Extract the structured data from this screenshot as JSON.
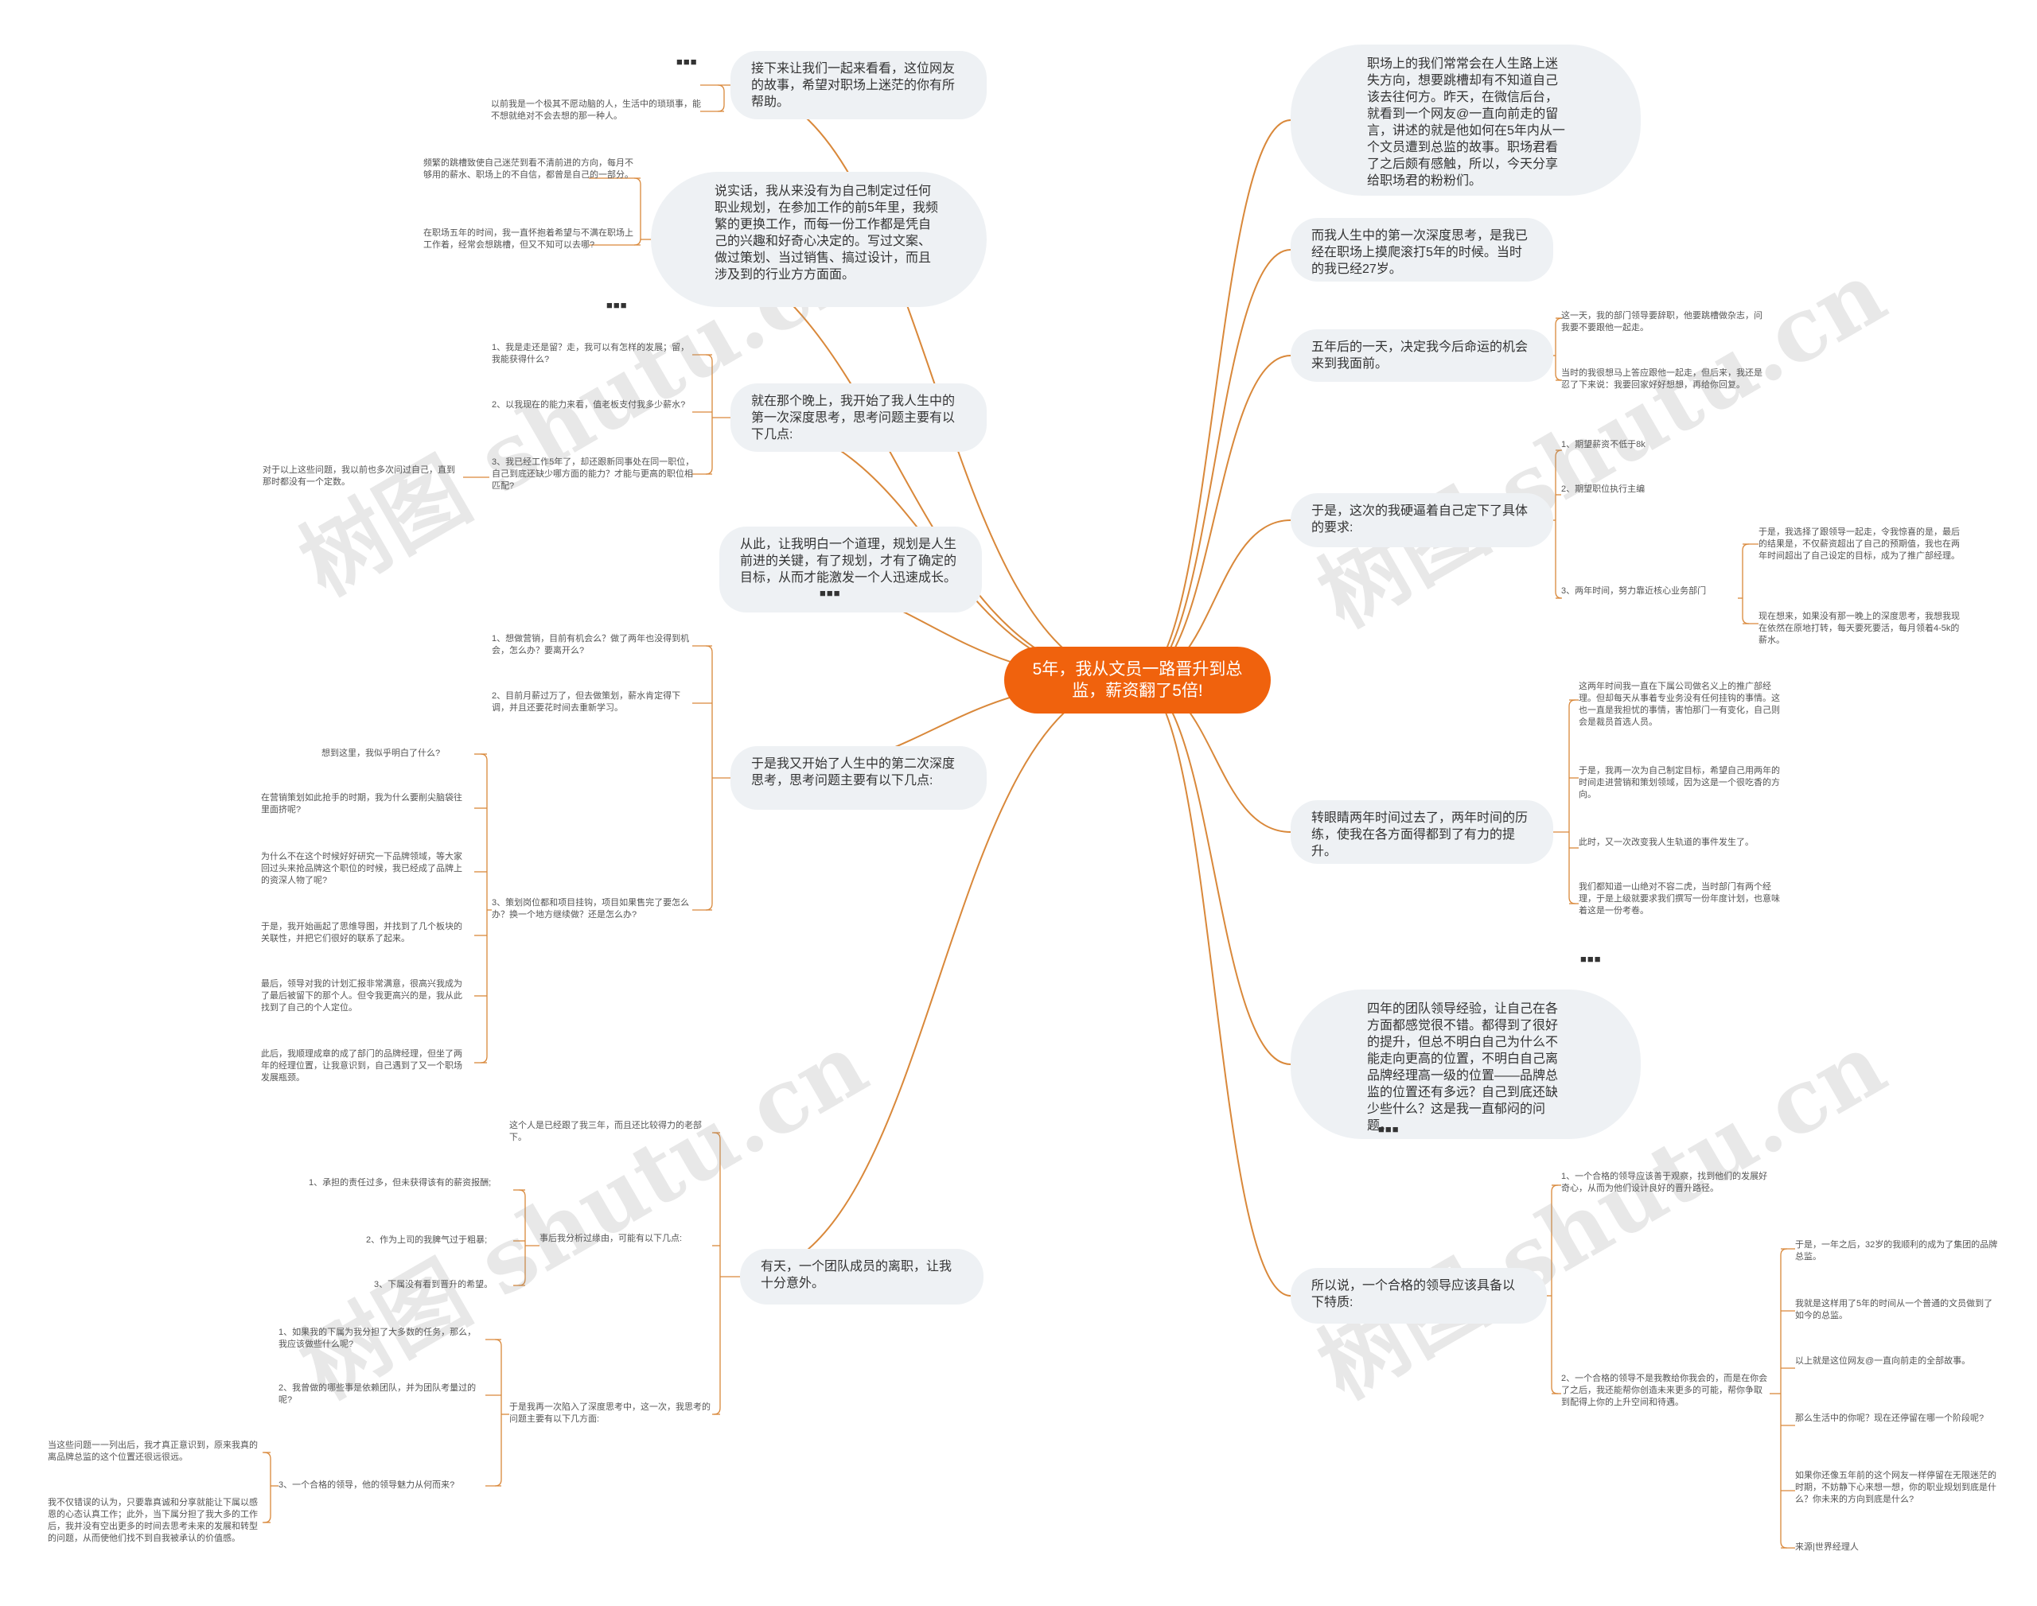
{
  "root": "5年，我从文员一路晋升到总监，薪资翻了5倍!",
  "more_marker": "■■■",
  "colors": {
    "root": "#f0620d",
    "line": "#d9883a",
    "node_bg": "#eef1f4"
  },
  "watermark": "树图 shutu.cn",
  "left": {
    "b1": {
      "text": "接下来让我们一起来看看，这位网友的故事，希望对职场上迷茫的你有所帮助。",
      "c1": "以前我是一个极其不愿动脑的人，生活中的琐琐事，能不想就绝对不会去想的那一种人。"
    },
    "b2": {
      "text": "说实话，我从来没有为自己制定过任何职业规划，在参加工作的前5年里，我频繁的更换工作，而每一份工作都是凭自己的兴趣和好奇心决定的。写过文案、做过策划、当过销售、搞过设计，而且涉及到的行业方方面面。",
      "c1": "频繁的跳槽致使自己迷茫到看不清前进的方向，每月不够用的薪水、职场上的不自信，都曾是自己的一部分。",
      "c2": "在职场五年的时间，我一直怀抱着希望与不满在职场上工作着，经常会想跳槽，但又不知可以去哪?"
    },
    "b3": {
      "text": "就在那个晚上，我开始了我人生中的第一次深度思考，思考问题主要有以下几点:",
      "c1": "1、我是走还是留？走，我可以有怎样的发展；留，我能获得什么?",
      "c2": "2、以我现在的能力来看，值老板支付我多少薪水?",
      "c3": "3、我已经工作5年了，却还跟新同事处在同一职位，自己到底还缺少哪方面的能力？才能与更高的职位相匹配?",
      "d1": "对于以上这些问题，我以前也多次问过自己，直到那时都没有一个定数。"
    },
    "b4": {
      "text": "从此，让我明白一个道理，规划是人生前进的关键，有了规划，才有了确定的目标，从而才能激发一个人迅速成长。"
    },
    "b5": {
      "text": "于是我又开始了人生中的第二次深度思考，思考问题主要有以下几点:",
      "c1": "1、想做营销，目前有机会么？做了两年也没得到机会，怎么办？要离开么?",
      "c2": "2、目前月薪过万了，但去做策划，薪水肯定得下调，并且还要花时间去重新学习。",
      "c3": "3、策划岗位都和项目挂钩，项目如果售完了要怎么办？换一个地方继续做？还是怎么办?",
      "d": [
        "想到这里，我似乎明白了什么?",
        "在营销策划如此抢手的时期，我为什么要削尖脑袋往里面挤呢?",
        "为什么不在这个时候好好研究一下品牌领域，等大家回过头来抢品牌这个职位的时候，我已经成了品牌上的资深人物了呢?",
        "于是，我开始画起了思维导图，并找到了几个板块的关联性，并把它们很好的联系了起来。",
        "最后，领导对我的计划汇报非常满意，很高兴我成为了最后被留下的那个人。但令我更高兴的是，我从此找到了自己的个人定位。",
        "此后，我顺理成章的成了部门的品牌经理，但坐了两年的经理位置，让我意识到，自己遇到了又一个职场发展瓶颈。"
      ]
    },
    "b6": {
      "text": "有天，一个团队成员的离职，让我十分意外。",
      "c1": "这个人是已经跟了我三年，而且还比较得力的老部下。",
      "c2": "事后我分析过缘由，可能有以下几点:",
      "c2d": [
        "1、承担的责任过多，但未获得该有的薪资报酬;",
        "2、作为上司的我脾气过于粗暴;",
        "3、下属没有看到晋升的希望。"
      ],
      "c3": "于是我再一次陷入了深度思考中，这一次，我思考的问题主要有以下几方面:",
      "c3d": [
        "1、如果我的下属为我分担了大多数的任务，那么，我应该做些什么呢?",
        "2、我曾做的哪些事是依赖团队，并为团队考量过的呢?",
        "3、一个合格的领导，他的领导魅力从何而来?"
      ],
      "e": [
        "当这些问题一一列出后，我才真正意识到，原来我真的离品牌总监的这个位置还很远很远。",
        "我不仅错误的认为，只要靠真诚和分享就能让下属以感恩的心态认真工作；此外，当下属分担了我大多的工作后，我并没有空出更多的时间去思考未来的发展和转型的问题，从而使他们找不到自我被承认的价值感。"
      ]
    }
  },
  "right": {
    "a1": {
      "text": "职场上的我们常常会在人生路上迷失方向，想要跳槽却有不知道自己该去往何方。昨天，在微信后台，就看到一个网友@一直向前走的留言，讲述的就是他如何在5年内从一个文员遭到总监的故事。职场君看了之后颇有感触，所以，今天分享给职场君的粉粉们。"
    },
    "a2": {
      "text": "而我人生中的第一次深度思考，是我已经在职场上摸爬滚打5年的时候。当时的我已经27岁。"
    },
    "a3": {
      "text": "五年后的一天，决定我今后命运的机会来到我面前。",
      "c1": "这一天，我的部门领导要辞职，他要跳槽做杂志，问我要不要跟他一起走。",
      "c2": "当时的我很想马上答应跟他一起走，但后来，我还是忍了下来说：我要回家好好想想，再给你回复。"
    },
    "a4": {
      "text": "于是，这次的我硬逼着自己定下了具体的要求:",
      "c1": "1、期望薪资不低于8k",
      "c2": "2、期望职位执行主编",
      "c3": "3、两年时间，努力靠近核心业务部门",
      "d1": "于是，我选择了跟领导一起走，令我惊喜的是，最后的结果是，不仅薪资超出了自己的预期值，我也在两年时间超出了自己设定的目标，成为了推广部经理。",
      "d2": "现在想来，如果没有那一晚上的深度思考，我想我现在依然在原地打转，每天要死要活，每月领着4-5k的薪水。"
    },
    "a5": {
      "text": "转眼睛两年时间过去了，两年时间的历练，使我在各方面得都到了有力的提升。",
      "c": [
        "这两年时间我一直在下属公司做名义上的推广部经理。但却每天从事着专业务没有任何挂钩的事情。这也一直是我担忧的事情，害怕那门一有变化，自己则会是裁员首选人员。",
        "于是，我再一次为自己制定目标，希望自己用两年的时间走进营销和策划领域，因为这是一个很吃香的方向。",
        "此时，又一次改变我人生轨道的事件发生了。",
        "我们都知道一山绝对不容二虎，当时部门有两个经理，于是上级就要求我们撰写一份年度计划，也意味着这是一份考卷。"
      ]
    },
    "a6": {
      "text": "四年的团队领导经验，让自己在各方面都感觉很不错。都得到了很好的提升，但总不明白自己为什么不能走向更高的位置，不明白自己离品牌经理高一级的位置——品牌总监的位置还有多远？自己到底还缺少些什么？这是我一直郁闷的问题。"
    },
    "a7": {
      "text": "所以说，一个合格的领导应该具备以下特质:",
      "c1": "1、一个合格的领导应该善于观察，找到他们的发展好奇心，从而为他们设计良好的晋升路径。",
      "c2": "2、一个合格的领导不是我教给你我会的，而是在你会了之后，我还能帮你创造未来更多的可能，帮你争取到配得上你的上升空间和待遇。",
      "d": [
        "于是，一年之后，32岁的我顺利的成为了集团的品牌总监。",
        "我就是这样用了5年的时间从一个普通的文员做到了如今的总监。",
        "以上就是这位网友@一直向前走的全部故事。",
        "那么生活中的你呢？现在还停留在哪一个阶段呢?",
        "如果你还像五年前的这个网友一样停留在无限迷茫的时期，不妨静下心来想一想，你的职业规划到底是什么？你未来的方向到底是什么?",
        "来源|世界经理人"
      ]
    }
  }
}
